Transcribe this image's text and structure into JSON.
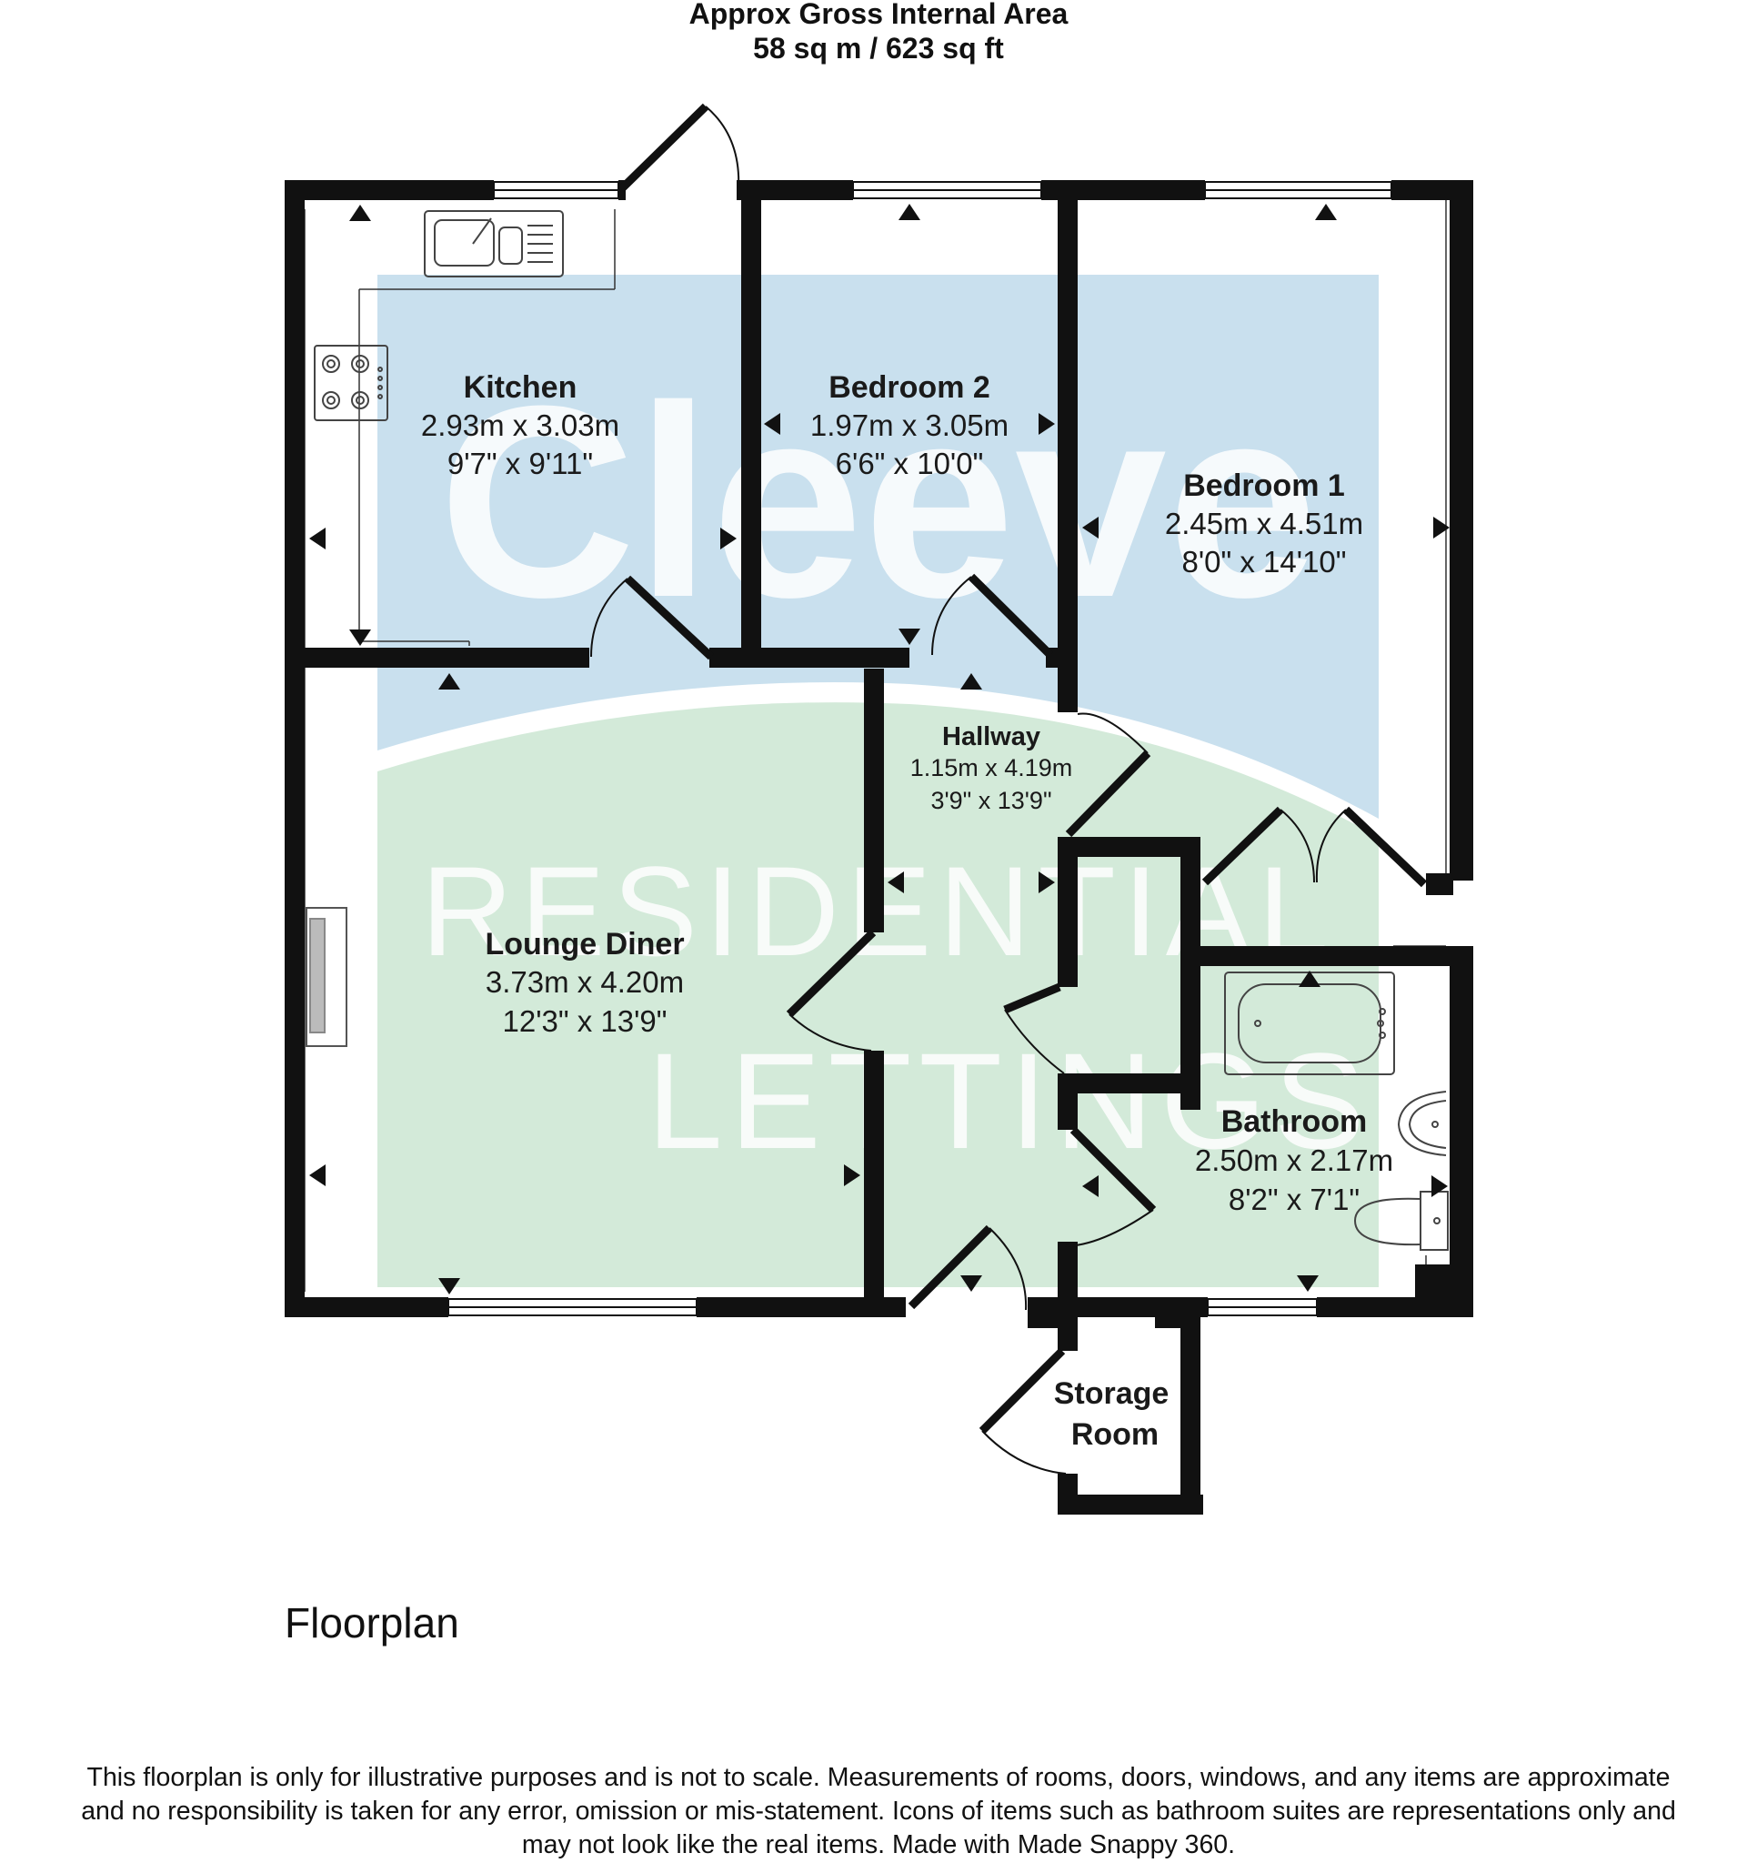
{
  "header": {
    "line1": "Approx Gross Internal Area",
    "line2": "58 sq m / 623 sq ft"
  },
  "watermark": {
    "brand": "Cleeve",
    "line1": "RESIDENTIAL",
    "line2": "LETTINGS"
  },
  "rooms": {
    "kitchen": {
      "name": "Kitchen",
      "metric": "2.93m x 3.03m",
      "imperial": "9'7\" x 9'11\""
    },
    "bedroom2": {
      "name": "Bedroom 2",
      "metric": "1.97m x 3.05m",
      "imperial": "6'6\" x 10'0\""
    },
    "bedroom1": {
      "name": "Bedroom 1",
      "metric": "2.45m x 4.51m",
      "imperial": "8'0\" x 14'10\""
    },
    "hallway": {
      "name": "Hallway",
      "metric": "1.15m x 4.19m",
      "imperial": "3'9\" x 13'9\""
    },
    "lounge": {
      "name": "Lounge Diner",
      "metric": "3.73m x 4.20m",
      "imperial": "12'3\" x 13'9\""
    },
    "bathroom": {
      "name": "Bathroom",
      "metric": "2.50m x 2.17m",
      "imperial": "8'2\" x 7'1\""
    },
    "storage": {
      "line1": "Storage",
      "line2": "Room"
    }
  },
  "plan_label": "Floorplan",
  "disclaimer": {
    "line1": "This floorplan is only for illustrative purposes and is not to scale. Measurements of rooms, doors, windows, and any items are approximate",
    "line2": "and no responsibility is taken for any error, omission or mis-statement. Icons of items such as bathroom suites are representations only and",
    "line3": "may not look like the real items. Made with Made Snappy 360."
  },
  "colors": {
    "wall": "#111111",
    "blue_zone": "#c9e0ee",
    "green_zone": "#d3ead9",
    "watermark": "#ffffff"
  }
}
